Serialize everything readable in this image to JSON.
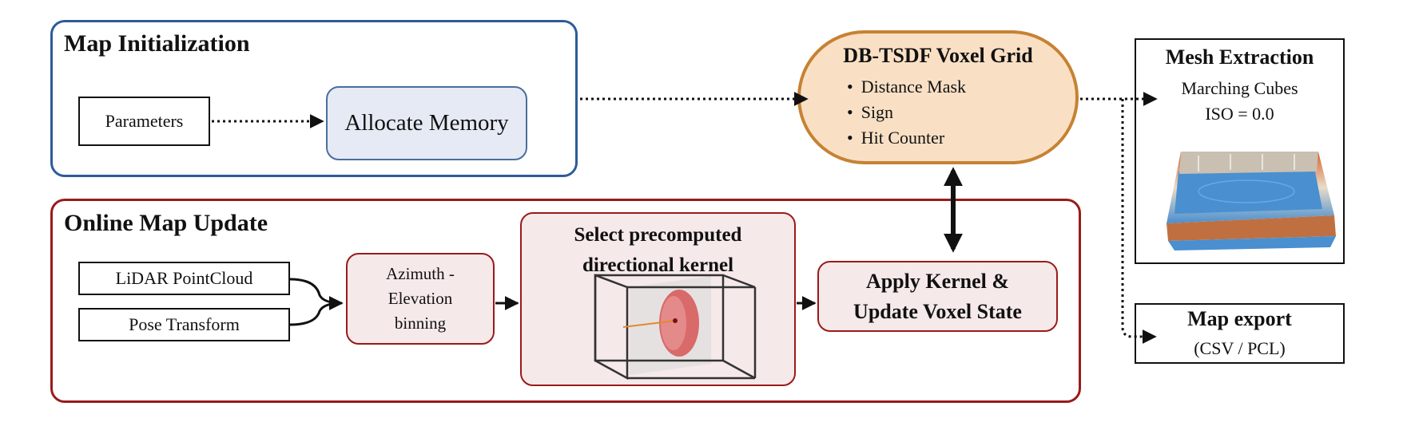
{
  "map_initialization": {
    "title": "Map Initialization",
    "parameters": "Parameters",
    "allocate_memory": "Allocate Memory"
  },
  "online_map_update": {
    "title": "Online Map Update",
    "lidar": "LiDAR PointCloud",
    "pose": "Pose Transform",
    "binning_line1": "Azimuth -",
    "binning_line2": "Elevation",
    "binning_line3": "binning",
    "kernel_line1": "Select precomputed",
    "kernel_line2": "directional kernel",
    "apply_line1": "Apply Kernel &",
    "apply_line2": "Update Voxel State"
  },
  "voxel_grid": {
    "title": "DB-TSDF Voxel Grid",
    "items": [
      "Distance Mask",
      "Sign",
      "Hit Counter"
    ]
  },
  "mesh_extraction": {
    "title": "Mesh Extraction",
    "line1": "Marching Cubes",
    "line2": "ISO = 0.0"
  },
  "map_export": {
    "title": "Map export",
    "subtitle": "(CSV / PCL)"
  },
  "colors": {
    "init_border": "#2e5b9a",
    "update_border": "#9a1a1a",
    "grid_fill": "#f9e0c5",
    "grid_border": "#c68232",
    "mesh_blue": "#4a8fd0"
  }
}
